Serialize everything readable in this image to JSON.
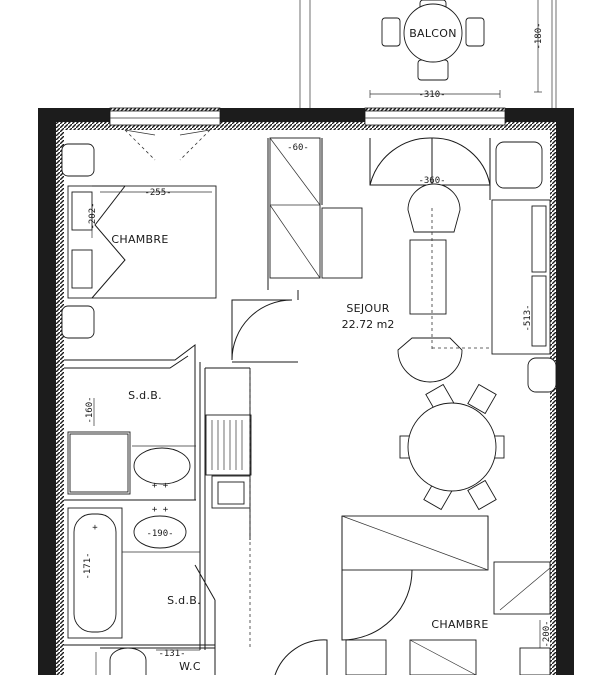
{
  "rooms": {
    "balcon": "BALCON",
    "chambre_1": "CHAMBRE",
    "sejour": "SEJOUR",
    "sejour_area": "22.72 m2",
    "sdb_1": "S.d.B.",
    "sdb_2": "S.d.B.",
    "chambre_2": "CHAMBRE",
    "wc": "W.C"
  },
  "dimensions": {
    "balcon_width": "-310-",
    "balcon_depth": "-180-",
    "bed_width": "-255-",
    "bed_length": "-202-",
    "wardrobe": "-60-",
    "sejour_width": "-360-",
    "sejour_depth": "-513-",
    "sdb_depth": "-160-",
    "basin": "-190-",
    "bath": "-171-",
    "wc_width": "-131-",
    "chambre2_depth": "-200-"
  }
}
